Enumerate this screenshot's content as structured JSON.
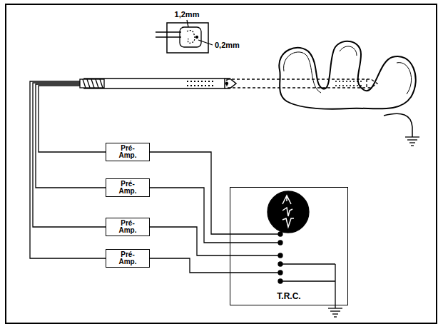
{
  "diagram": {
    "nodes": [
      {
        "text": [
          "Pré- Amp."
        ]
      },
      {
        "text": [
          "Pré- Amp."
        ]
      },
      {
        "text": [
          "Pré- Amp."
        ]
      },
      {
        "text": [
          "Pré- Amp."
        ]
      },
      {
        "text": [
          "T.R.C."
        ]
      }
    ],
    "edges": [
      {
        "from": 0,
        "to": 4,
        "arrow": "none"
      },
      {
        "from": 1,
        "to": 4,
        "arrow": "none"
      },
      {
        "from": 2,
        "to": 4,
        "arrow": "none"
      },
      {
        "from": 3,
        "to": 4,
        "arrow": "none"
      }
    ],
    "labels": [
      "1,2mm",
      "0,2mm"
    ]
  }
}
